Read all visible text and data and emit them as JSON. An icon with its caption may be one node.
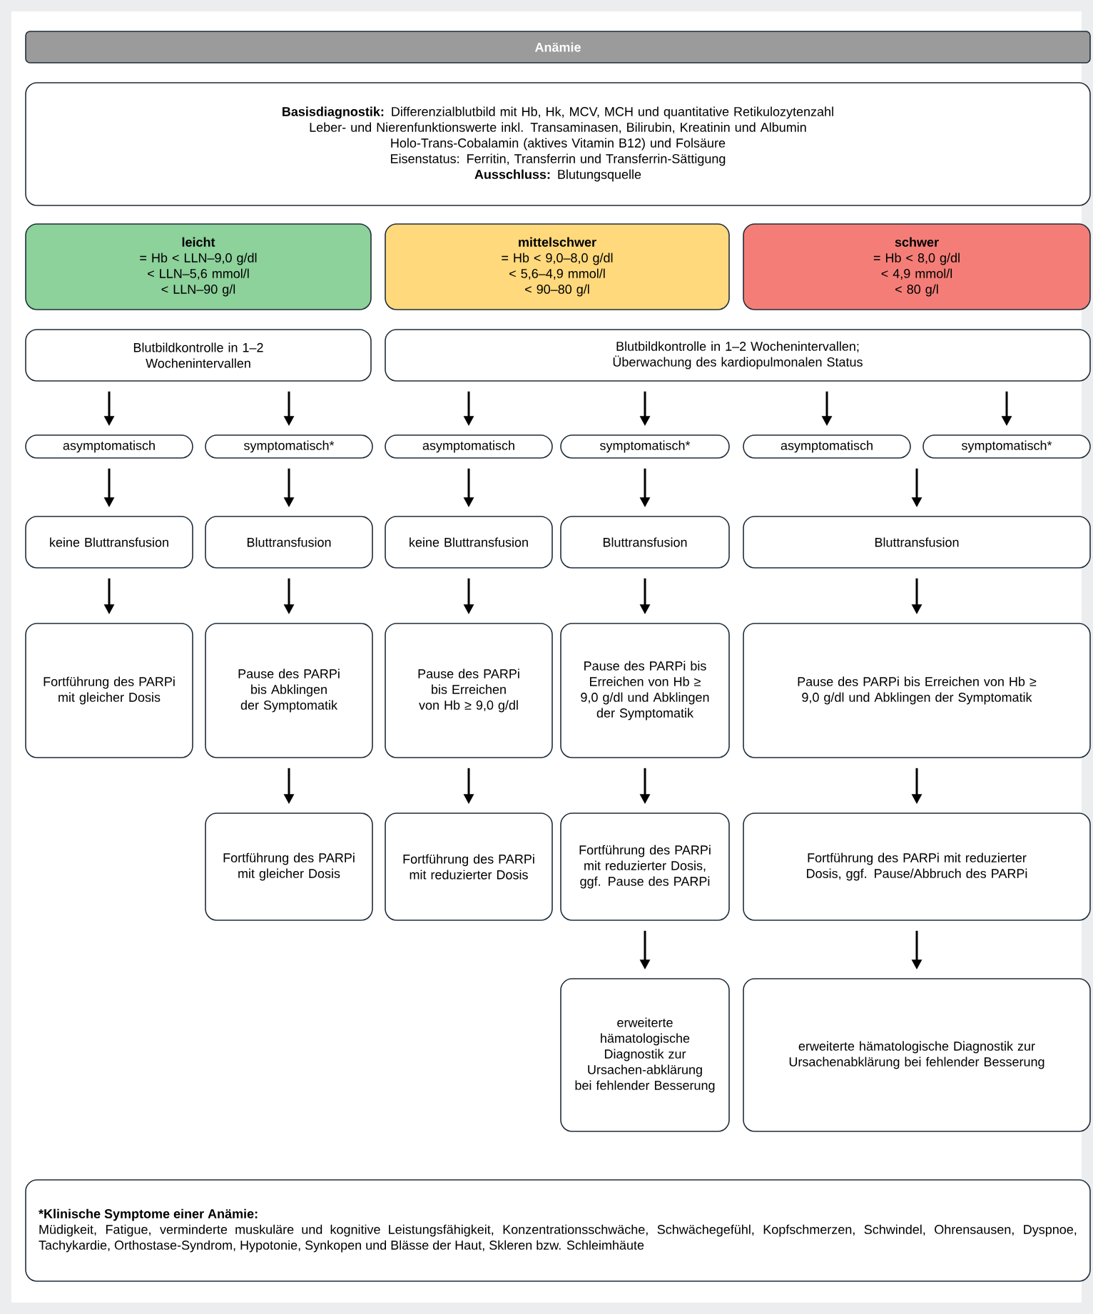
{
  "diagram": {
    "nodes": [
      {
        "text": [
          "Anämie"
        ]
      },
      {
        "text": [
          "**Basisdiagnostik:** Differenzialblutbild mit Hb, Hk, MCV, MCH und quantitative Retikulozytenzahl",
          "Leber- und Nierenfunktionswerte inkl. Transaminasen, Bilirubin, Kreatinin und Albumin",
          "Holo-Trans-Cobalamin (aktives Vitamin B12) und Folsäure",
          "Eisenstatus: Ferritin, Transferrin und Transferrin-Sättigung",
          "**Ausschluss:** Blutungsquelle"
        ]
      },
      {
        "text": [
          "leicht",
          "= Hb < LLN–9,0 g/dl",
          "< LLN–5,6 mmol/l",
          "< LLN–90 g/l"
        ]
      },
      {
        "text": [
          "mittelschwer",
          "= Hb < 9,0–8,0 g/dl",
          "< 5,6–4,9 mmol/l",
          "< 90–80 g/l"
        ]
      },
      {
        "text": [
          "schwer",
          "= Hb < 8,0 g/dl",
          "< 4,9 mmol/l",
          "< 80 g/l"
        ]
      },
      {
        "text": [
          "Blutbildkontrolle in 1–2 Wochenintervallen"
        ]
      },
      {
        "text": [
          "Blutbildkontrolle in 1–2 Wochenintervallen; Überwachung des kardiopulmonalen Status"
        ]
      },
      {
        "text": [
          "asymptomatisch"
        ]
      },
      {
        "text": [
          "symptomatisch*"
        ]
      },
      {
        "text": [
          "asymptomatisch"
        ]
      },
      {
        "text": [
          "symptomatisch*"
        ]
      },
      {
        "text": [
          "asymptomatisch"
        ]
      },
      {
        "text": [
          "symptomatisch*"
        ]
      },
      {
        "text": [
          "keine Bluttransfusion"
        ]
      },
      {
        "text": [
          "Bluttransfusion"
        ]
      },
      {
        "text": [
          "keine Bluttransfusion"
        ]
      },
      {
        "text": [
          "Bluttransfusion"
        ]
      },
      {
        "text": [
          "Bluttransfusion"
        ]
      },
      {
        "text": [
          "Fortführung des PARPi mit gleicher Dosis"
        ]
      },
      {
        "text": [
          "Pause des PARPi bis Abklingen der Symptomatik"
        ]
      },
      {
        "text": [
          "Pause des PARPi bis Erreichen von Hb ≥ 9,0 g/dl"
        ]
      },
      {
        "text": [
          "Pause des PARPi bis Erreichen von Hb ≥ 9,0 g/dl und Abklingen der Symptomatik"
        ]
      },
      {
        "text": [
          "Pause des PARPi bis Erreichen von Hb ≥ 9,0 g/dl und Abklingen der Symptomatik"
        ]
      },
      {
        "text": [
          "Fortführung des PARPi mit gleicher Dosis"
        ]
      },
      {
        "text": [
          "Fortführung des PARPi mit reduzierter Dosis"
        ]
      },
      {
        "text": [
          "Fortführung des PARPi mit reduzierter Dosis, ggf. Pause des PARPi"
        ]
      },
      {
        "text": [
          "Fortführung des PARPi mit reduzierter Dosis, ggf. Pause/Abbruch des PARPi"
        ]
      },
      {
        "text": [
          "erweiterte hämatologische Diagnostik zur Ursachen-abklärung bei fehlender Besserung"
        ]
      },
      {
        "text": [
          "erweiterte hämatologische Diagnostik zur Ursachenabklärung bei fehlender Besserung"
        ]
      },
      {
        "text": [
          "*Klinische Symptome einer Anämie:",
          "Müdigkeit, Fatigue, verminderte muskuläre und kognitive Leistungsfähigkeit, Konzentrationsschwäche, Schwächegefühl, Kopfschmerzen, Schwindel, Ohrensausen, Dyspnoe, Tachykardie, Orthostase-Syndrom, Hypotonie, Synkopen und Blässe der Haut, Skleren bzw. Schleimhäute"
        ]
      }
    ],
    "edges": [
      {
        "from": 5,
        "to": 7,
        "arrow": "to"
      },
      {
        "from": 5,
        "to": 8,
        "arrow": "to"
      },
      {
        "from": 6,
        "to": 9,
        "arrow": "to"
      },
      {
        "from": 6,
        "to": 10,
        "arrow": "to"
      },
      {
        "from": 6,
        "to": 11,
        "arrow": "to"
      },
      {
        "from": 6,
        "to": 12,
        "arrow": "to"
      },
      {
        "from": 7,
        "to": 13,
        "arrow": "to"
      },
      {
        "from": 8,
        "to": 14,
        "arrow": "to"
      },
      {
        "from": 9,
        "to": 15,
        "arrow": "to"
      },
      {
        "from": 10,
        "to": 16,
        "arrow": "to"
      },
      {
        "from": 11,
        "to": 17,
        "arrow": "to"
      },
      {
        "from": 12,
        "to": 17,
        "arrow": "to"
      },
      {
        "from": 13,
        "to": 18,
        "arrow": "to"
      },
      {
        "from": 14,
        "to": 19,
        "arrow": "to"
      },
      {
        "from": 15,
        "to": 20,
        "arrow": "to"
      },
      {
        "from": 16,
        "to": 21,
        "arrow": "to"
      },
      {
        "from": 17,
        "to": 22,
        "arrow": "to"
      },
      {
        "from": 19,
        "to": 23,
        "arrow": "to"
      },
      {
        "from": 20,
        "to": 24,
        "arrow": "to"
      },
      {
        "from": 21,
        "to": 25,
        "arrow": "to"
      },
      {
        "from": 22,
        "to": 26,
        "arrow": "to"
      },
      {
        "from": 25,
        "to": 27,
        "arrow": "to"
      },
      {
        "from": 26,
        "to": 28,
        "arrow": "to"
      }
    ]
  }
}
